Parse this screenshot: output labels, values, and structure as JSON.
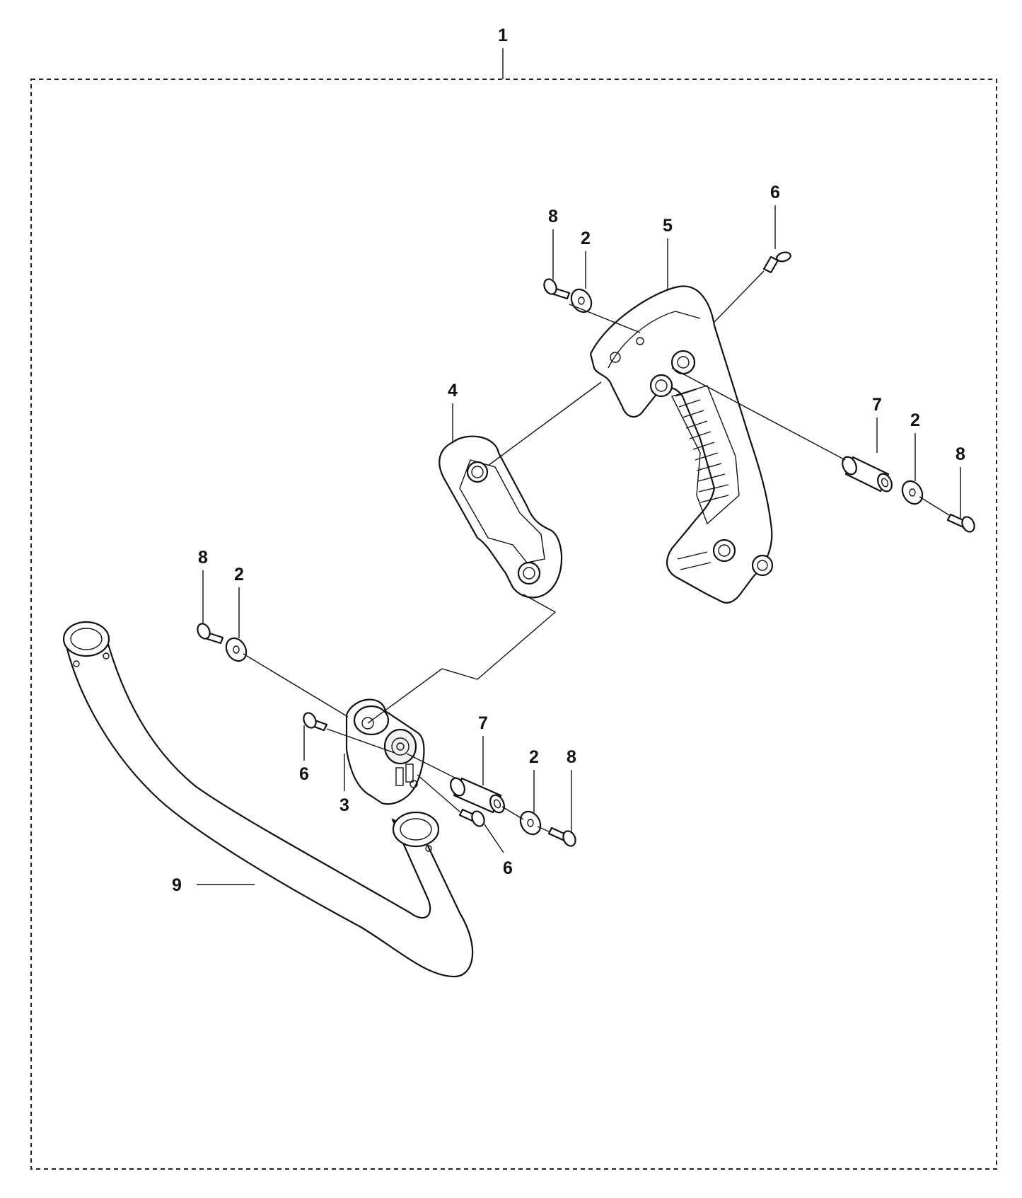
{
  "diagram": {
    "callouts": {
      "assembly": "1",
      "washer_a": "2",
      "washer_b": "2",
      "washer_c": "2",
      "washer_d": "2",
      "bracket_lower": "3",
      "plate": "4",
      "handle": "5",
      "screw6_top": "6",
      "screw6_mid": "6",
      "screw6_low": "6",
      "spacer_right": "7",
      "spacer_low": "7",
      "bolt8_top": "8",
      "bolt8_right": "8",
      "bolt8_left": "8",
      "bolt8_low": "8",
      "tube": "9"
    },
    "colors": {
      "line": "#111111",
      "fill": "#ffffff",
      "frame": "#222222"
    }
  }
}
